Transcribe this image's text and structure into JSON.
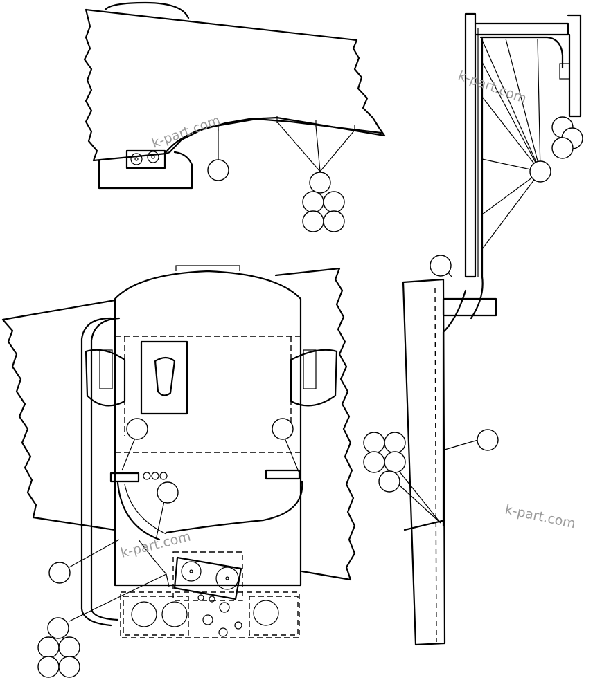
{
  "watermark": {
    "text": "k-part.com",
    "color": "#9a9a9a"
  },
  "views": [
    {
      "name": "side-upper-view"
    },
    {
      "name": "right-elevation-view"
    },
    {
      "name": "front-bottom-view"
    }
  ]
}
